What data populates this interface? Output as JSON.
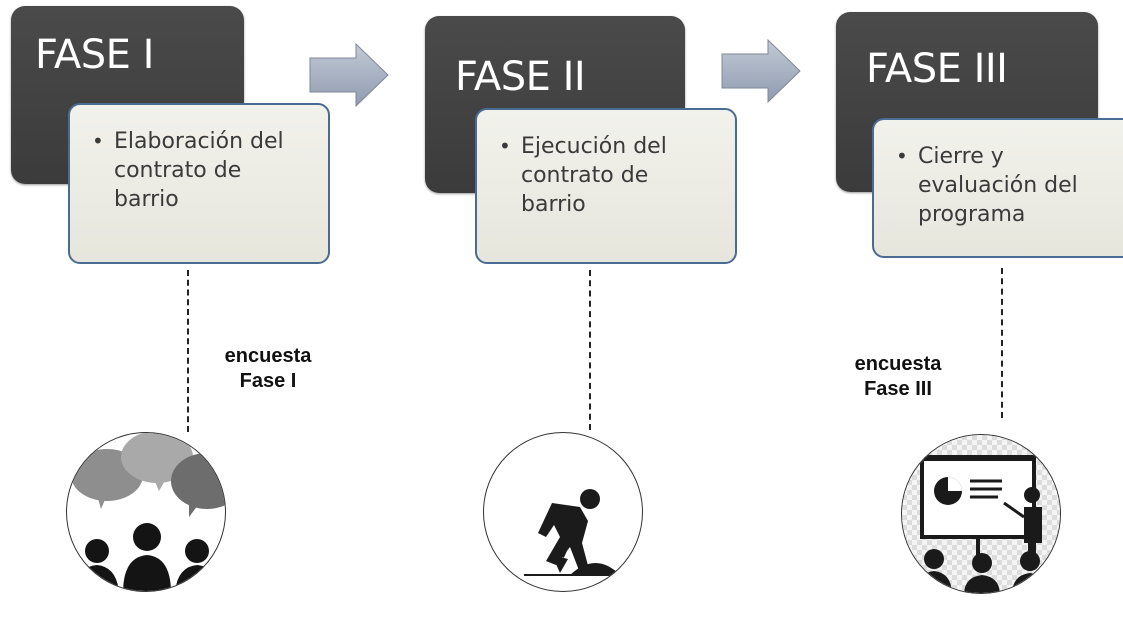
{
  "phases": [
    {
      "title": "FASE I",
      "description": "Elaboración del contrato de barrio",
      "desc_lines": [
        "Elaboración del",
        "contrato de",
        "barrio"
      ]
    },
    {
      "title": "FASE II",
      "description": "Ejecución del contrato de barrio",
      "desc_lines": [
        "Ejecución del",
        "contrato de",
        "barrio"
      ]
    },
    {
      "title": "FASE III",
      "description": "Cierre y evaluación del programa",
      "desc_lines": [
        "Cierre y",
        "evaluación del",
        "programa"
      ]
    }
  ],
  "surveys": [
    {
      "lines": [
        "encuesta",
        "Fase I"
      ]
    },
    {
      "lines": [
        "encuesta",
        "Fase III"
      ]
    }
  ],
  "icons": [
    "meeting-discussion-icon",
    "construction-worker-icon",
    "presentation-audience-icon"
  ],
  "colors": {
    "phase_box": "#3f3f3f",
    "desc_fill": "#ecece4",
    "desc_border": "#4a6b92",
    "arrow_fill": "#aab4c4"
  }
}
